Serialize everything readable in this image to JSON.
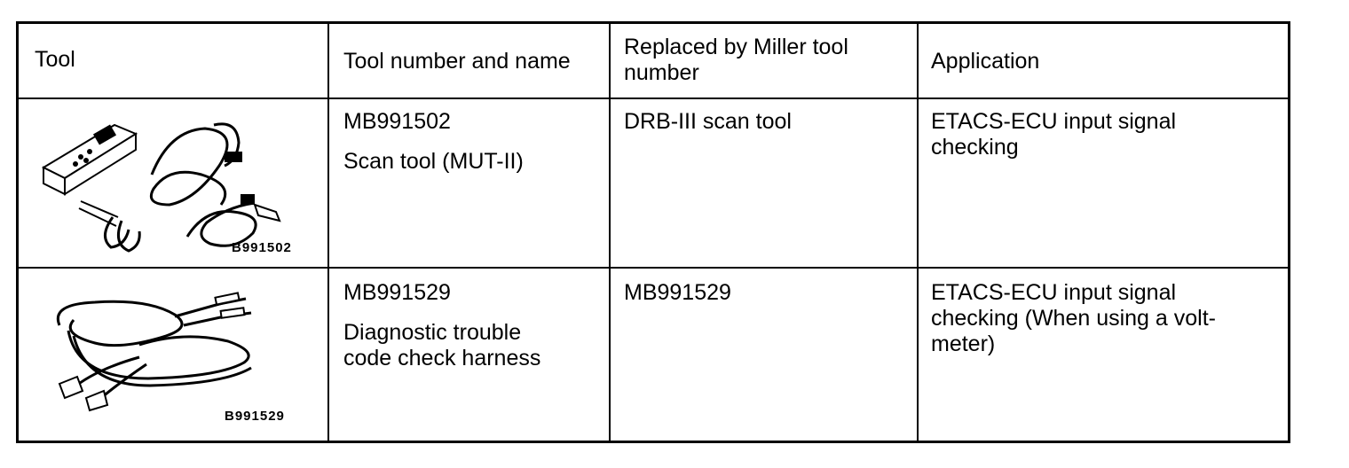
{
  "table": {
    "headers": [
      "Tool",
      "Tool number and name",
      "Replaced by Miller tool number",
      "Application"
    ],
    "rows": [
      {
        "image_code": "B991502",
        "tool_number": "MB991502",
        "tool_name": "Scan tool (MUT-II)",
        "replaced_by": "DRB-III scan tool",
        "application": "ETACS-ECU input signal checking"
      },
      {
        "image_code": "B991529",
        "tool_number": "MB991529",
        "tool_name": "Diagnostic trouble code check harness",
        "replaced_by": "MB991529",
        "application": "ETACS-ECU input signal checking (When using a volt-meter)"
      }
    ]
  }
}
